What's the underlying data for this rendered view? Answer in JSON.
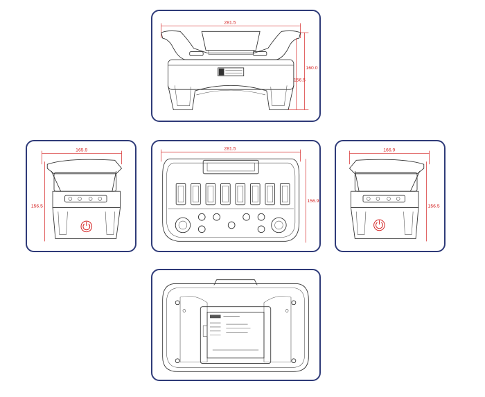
{
  "views": {
    "front": {
      "width_label": "281.5",
      "height_label": "160.0",
      "inner_height_label": "156.5"
    },
    "left": {
      "width_label": "165.9",
      "height_label": "156.5"
    },
    "top": {
      "width_label": "281.5",
      "height_label": "156.9"
    },
    "right": {
      "width_label": "166.9",
      "height_label": "156.5"
    }
  },
  "colors": {
    "frame": "#2e3a78",
    "dimension": "#d42020",
    "line": "#333333"
  }
}
